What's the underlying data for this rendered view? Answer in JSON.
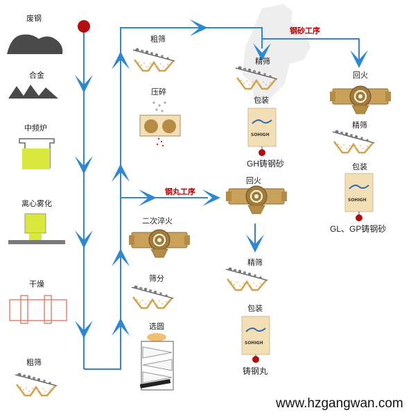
{
  "colors": {
    "flow_arrow": "#2f86d3",
    "red_dot": "#b30d0d",
    "red_label": "#b30000",
    "equipment_brown": "#c9a15a",
    "bag_cream": "#f3dfb6"
  },
  "left_column": {
    "scrap_steel": "废钢",
    "alloy": "合金",
    "induction_furnace": "中频炉",
    "centrifugal_atomize": "离心雾化",
    "drying": "干燥",
    "coarse_screen": "粗筛"
  },
  "middle_column": {
    "coarse_screen": "粗筛",
    "crushing": "压碎",
    "secondary_quench": "二次淬火",
    "sieving": "筛分",
    "rounding": "选圆"
  },
  "grit_line": {
    "title": "钢砂工序",
    "fine_screen": "精筛",
    "packing": "包装",
    "product_gh": "GH铸钢砂",
    "tempering": "回火",
    "fine_screen_2": "精筛",
    "packing_2": "包装",
    "product_gl_gp": "GL、GP铸钢砂"
  },
  "shot_line": {
    "title": "钢丸工序",
    "tempering": "回火",
    "fine_screen": "精筛",
    "packing": "包装",
    "product": "铸钢丸"
  },
  "bag_brand": "SOHIGH",
  "website": "www.hzgangwan.com"
}
